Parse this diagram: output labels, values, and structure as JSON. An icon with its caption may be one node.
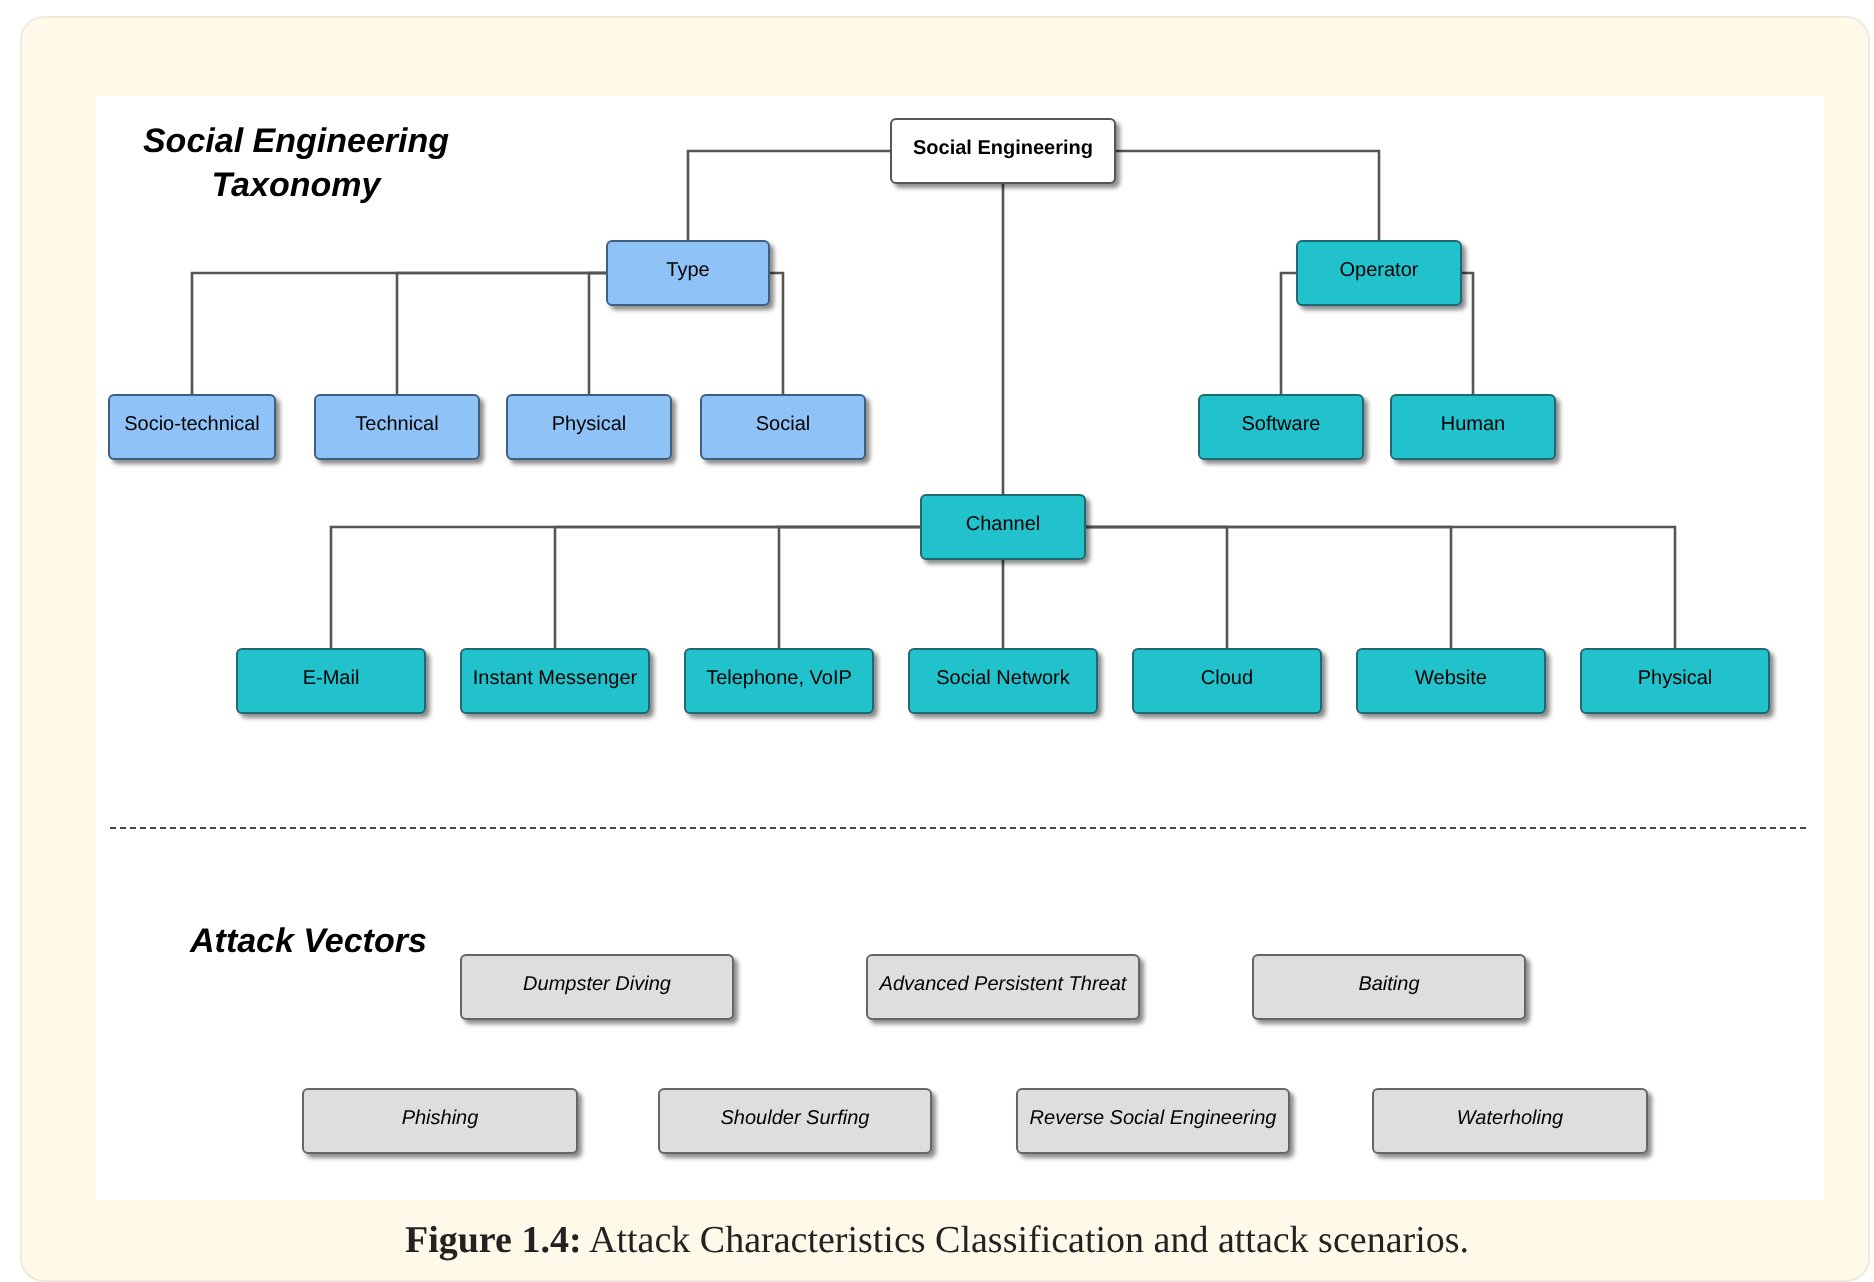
{
  "diagram": {
    "caption": "**Figure 1.4:** Attack Characteristics Classification and attack scenarios.",
    "nodes": [
      {
        "text": [
          "Social Engineering"
        ]
      },
      {
        "text": [
          "Type"
        ]
      },
      {
        "text": [
          "Operator"
        ]
      },
      {
        "text": [
          "Socio-technical"
        ]
      },
      {
        "text": [
          "Technical"
        ]
      },
      {
        "text": [
          "Physical"
        ]
      },
      {
        "text": [
          "Social"
        ]
      },
      {
        "text": [
          "Software"
        ]
      },
      {
        "text": [
          "Human"
        ]
      },
      {
        "text": [
          "Channel"
        ]
      },
      {
        "text": [
          "E-Mail"
        ]
      },
      {
        "text": [
          "Instant Messenger"
        ]
      },
      {
        "text": [
          "Telephone, VoIP"
        ]
      },
      {
        "text": [
          "Social Network"
        ]
      },
      {
        "text": [
          "Cloud"
        ]
      },
      {
        "text": [
          "Website"
        ]
      },
      {
        "text": [
          "Physical"
        ]
      },
      {
        "text": [
          "Dumpster Diving"
        ]
      },
      {
        "text": [
          "Advanced Persistent Threat"
        ]
      },
      {
        "text": [
          "Baiting"
        ]
      },
      {
        "text": [
          "Phishing"
        ]
      },
      {
        "text": [
          "Shoulder Surfing"
        ]
      },
      {
        "text": [
          "Reverse Social Engineering"
        ]
      },
      {
        "text": [
          "Waterholing"
        ]
      }
    ],
    "edges": [
      {
        "from": 0,
        "to": 1,
        "arrow": "none"
      },
      {
        "from": 0,
        "to": 2,
        "arrow": "none"
      },
      {
        "from": 0,
        "to": 9,
        "arrow": "none"
      },
      {
        "from": 1,
        "to": 3,
        "arrow": "none"
      },
      {
        "from": 1,
        "to": 4,
        "arrow": "none"
      },
      {
        "from": 1,
        "to": 5,
        "arrow": "none"
      },
      {
        "from": 1,
        "to": 6,
        "arrow": "none"
      },
      {
        "from": 2,
        "to": 7,
        "arrow": "none"
      },
      {
        "from": 2,
        "to": 8,
        "arrow": "none"
      },
      {
        "from": 9,
        "to": 10,
        "arrow": "none"
      },
      {
        "from": 9,
        "to": 11,
        "arrow": "none"
      },
      {
        "from": 9,
        "to": 12,
        "arrow": "none"
      },
      {
        "from": 9,
        "to": 13,
        "arrow": "none"
      },
      {
        "from": 9,
        "to": 14,
        "arrow": "none"
      },
      {
        "from": 9,
        "to": 15,
        "arrow": "none"
      },
      {
        "from": 9,
        "to": 16,
        "arrow": "none"
      }
    ],
    "labels": [
      "Social Engineering Taxonomy",
      "Attack Vectors"
    ]
  }
}
